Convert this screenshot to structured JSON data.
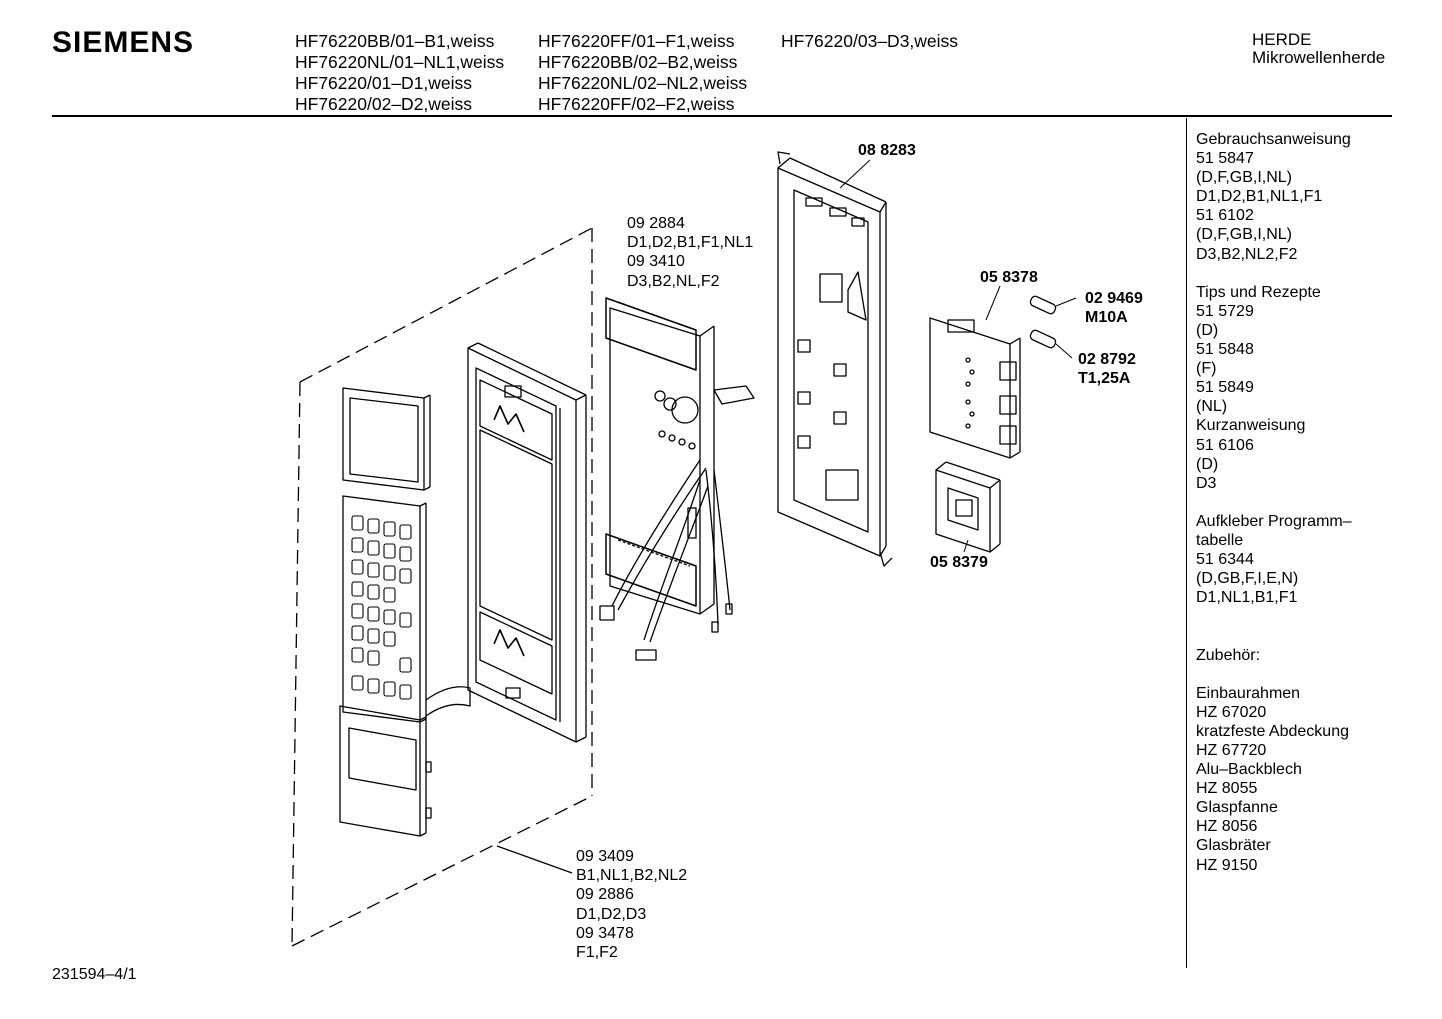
{
  "header": {
    "brand": "SIEMENS",
    "models_col1": [
      "HF76220BB/01–B1,weiss",
      "HF76220NL/01–NL1,weiss",
      "HF76220/01–D1,weiss",
      "HF76220/02–D2,weiss"
    ],
    "models_col2": [
      "HF76220FF/01–F1,weiss",
      "HF76220BB/02–B2,weiss",
      "HF76220NL/02–NL2,weiss",
      "HF76220FF/02–F2,weiss"
    ],
    "models_col3": [
      "HF76220/03–D3,weiss"
    ],
    "category": [
      "HERDE",
      "Mikrowellenherde"
    ]
  },
  "sidebar": {
    "lines": [
      "Gebrauchsanweisung",
      "51 5847",
      "(D,F,GB,I,NL)",
      "D1,D2,B1,NL1,F1",
      "51 6102",
      "(D,F,GB,I,NL)",
      "D3,B2,NL2,F2",
      "",
      "Tips und Rezepte",
      "51 5729",
      "(D)",
      "51 5848",
      "(F)",
      "51 5849",
      "(NL)",
      "Kurzanweisung",
      "51 6106",
      "(D)",
      "D3",
      "",
      "Aufkleber Programm–",
      "tabelle",
      "51 6344",
      "(D,GB,F,I,E,N)",
      "D1,NL1,B1,F1",
      "",
      "",
      "Zubehör:",
      "",
      "Einbaurahmen",
      "HZ 67020",
      "kratzfeste Abdeckung",
      "HZ 67720",
      "Alu–Backblech",
      "HZ 8055",
      "Glaspfanne",
      "HZ 8056",
      "Glasbräter",
      "HZ 9150"
    ]
  },
  "callouts": {
    "control_board": [
      "09 2884",
      "D1,D2,B1,F1,NL1",
      "09 3410",
      "D3,B2,NL,F2"
    ],
    "front_panel": [
      "09 3409",
      "B1,NL1,B2,NL2",
      "09 2886",
      "D1,D2,D3",
      "09 3478",
      "F1,F2"
    ],
    "frame": "08 8283",
    "power_board": "05 8378",
    "fuse_1": [
      "02 9469",
      "M10A"
    ],
    "fuse_2": [
      "02 8792",
      "T1,25A"
    ],
    "transformer": "05 8379"
  },
  "footer": {
    "doc_id": "231594–4/1"
  }
}
